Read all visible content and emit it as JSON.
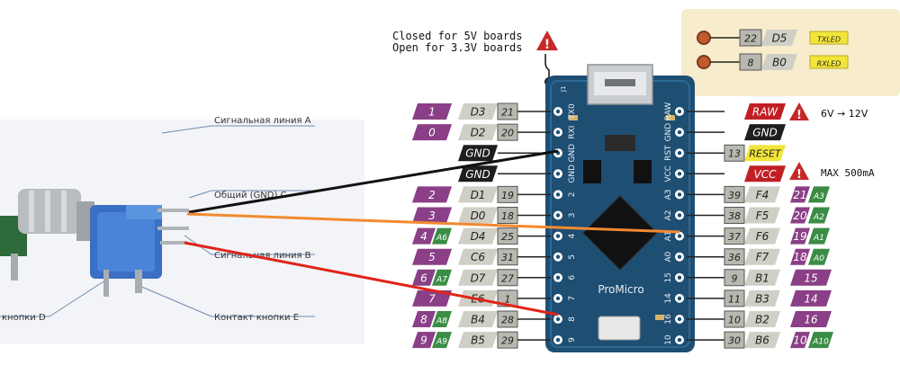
{
  "notes": {
    "closed_line": "Closed for 5V boards",
    "open_line": "Open for 3.3V boards",
    "raw_voltage": "6V → 12V",
    "vcc_current": "MAX 500mA"
  },
  "encoder": {
    "label_a": "Сигнальная линия A",
    "label_c": "Общий (GND) C",
    "label_b": "Сигнальная линия B",
    "label_d": "кнопки D",
    "label_e": "Контакт кнопки E"
  },
  "board": {
    "name": "ProMicro",
    "jumper": "J1",
    "silk_left": [
      "TX0",
      "RXI",
      "GND",
      "GND",
      "2",
      "3",
      "4",
      "5",
      "6",
      "7",
      "8",
      "9"
    ],
    "silk_right": [
      "RAW",
      "GND",
      "RST",
      "VCC",
      "A3",
      "A2",
      "A1",
      "A0",
      "15",
      "14",
      "16",
      "10"
    ]
  },
  "legend_box": {
    "rows": [
      {
        "num": "22",
        "port": "D5",
        "tag": "TXLED"
      },
      {
        "num": "8",
        "port": "B0",
        "tag": "RXLED"
      }
    ]
  },
  "left_pins": [
    {
      "a": "1",
      "port": "D3",
      "num": "21"
    },
    {
      "a": "0",
      "port": "D2",
      "num": "20"
    },
    {
      "a": "",
      "port": "GND",
      "num": ""
    },
    {
      "a": "",
      "port": "GND",
      "num": ""
    },
    {
      "a": "2",
      "port": "D1",
      "num": "19"
    },
    {
      "a": "3",
      "port": "D0",
      "num": "18"
    },
    {
      "a": "4",
      "an": "A6",
      "port": "D4",
      "num": "25"
    },
    {
      "a": "5",
      "port": "C6",
      "num": "31"
    },
    {
      "a": "6",
      "an": "A7",
      "port": "D7",
      "num": "27"
    },
    {
      "a": "7",
      "port": "E6",
      "num": "1"
    },
    {
      "a": "8",
      "an": "A8",
      "port": "B4",
      "num": "28"
    },
    {
      "a": "9",
      "an": "A9",
      "port": "B5",
      "num": "29"
    }
  ],
  "right_pins": [
    {
      "name": "RAW",
      "num": "",
      "a": "",
      "an": ""
    },
    {
      "name": "GND",
      "num": "",
      "a": "",
      "an": ""
    },
    {
      "name": "RESET",
      "num": "13",
      "a": "",
      "an": ""
    },
    {
      "name": "VCC",
      "num": "",
      "a": "",
      "an": ""
    },
    {
      "name": "F4",
      "num": "39",
      "a": "21",
      "an": "A3"
    },
    {
      "name": "F5",
      "num": "38",
      "a": "20",
      "an": "A2"
    },
    {
      "name": "F6",
      "num": "37",
      "a": "19",
      "an": "A1"
    },
    {
      "name": "F7",
      "num": "36",
      "a": "18",
      "an": "A0"
    },
    {
      "name": "B1",
      "num": "9",
      "a": "15",
      "an": ""
    },
    {
      "name": "B3",
      "num": "11",
      "a": "14",
      "an": ""
    },
    {
      "name": "B2",
      "num": "10",
      "a": "16",
      "an": ""
    },
    {
      "name": "B6",
      "num": "30",
      "a": "10",
      "an": "A10"
    }
  ],
  "colors": {
    "purple": "#8a3f86",
    "port_gray": "#cfcfc6",
    "num_gray": "#b8b8b0",
    "black_tag": "#1e1e1e",
    "power_red": "#c11f24",
    "reset_yellow": "#f2e53a",
    "analog_green": "#3b8d45",
    "board_blue": "#1f4e73",
    "legend_bg": "#f7eccb",
    "wire_black": "#111111",
    "wire_orange": "#f28a30",
    "wire_red": "#e2231a"
  }
}
